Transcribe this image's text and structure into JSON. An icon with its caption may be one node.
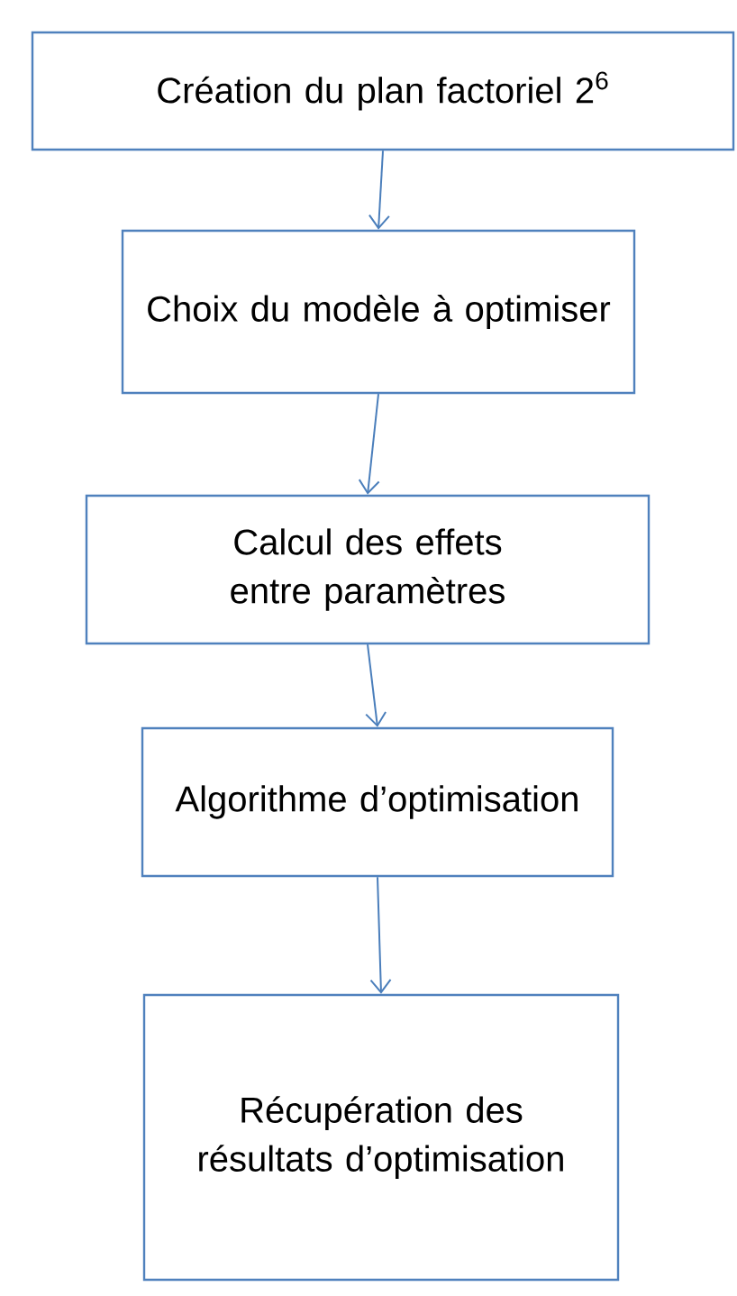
{
  "diagram": {
    "nodes": [
      {
        "text": [
          "Création du plan factoriel 2$^{6}$"
        ]
      },
      {
        "text": [
          "Choix du modèle à optimiser"
        ]
      },
      {
        "text": [
          "Calcul des effets entre paramètres"
        ]
      },
      {
        "text": [
          "Algorithme d’optimisation"
        ]
      },
      {
        "text": [
          "Récupération des résultats d’optimisation"
        ]
      }
    ],
    "edges": [
      {
        "from": 0,
        "to": 1,
        "arrow": "to"
      },
      {
        "from": 1,
        "to": 2,
        "arrow": "to"
      },
      {
        "from": 2,
        "to": 3,
        "arrow": "to"
      },
      {
        "from": 3,
        "to": 4,
        "arrow": "to"
      }
    ]
  }
}
